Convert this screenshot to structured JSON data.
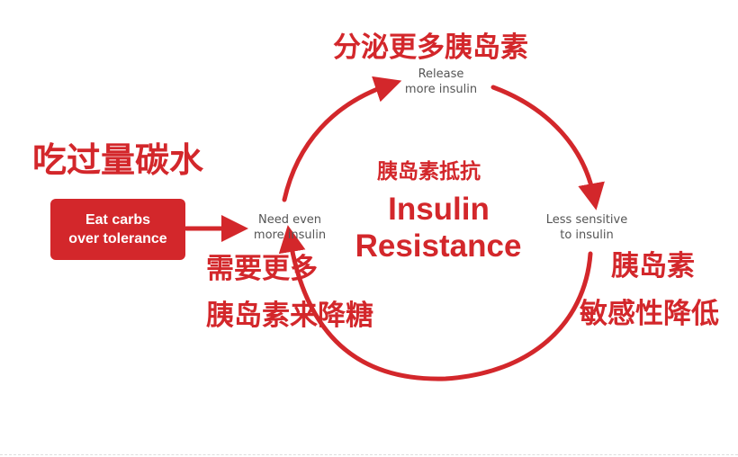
{
  "colors": {
    "accent": "#d3272b",
    "muted_text": "#555555",
    "background": "#ffffff"
  },
  "trigger": {
    "label_cn": "吃过量碳水",
    "box_line1": "Eat carbs",
    "box_line2": "over tolerance"
  },
  "center": {
    "label_cn": "胰岛素抵抗",
    "title_line1": "Insulin",
    "title_line2": "Resistance"
  },
  "stages": {
    "top": {
      "label_cn": "分泌更多胰岛素",
      "en_line1": "Release",
      "en_line2": "more insulin"
    },
    "right": {
      "label_cn_line1": "胰岛素",
      "label_cn_line2": "敏感性降低",
      "en_line1": "Less sensitive",
      "en_line2": "to insulin"
    },
    "left": {
      "label_cn_line1": "需要更多",
      "label_cn_line2": "胰岛素来降糖",
      "en_line1": "Need even",
      "en_line2": "more insulin"
    }
  }
}
